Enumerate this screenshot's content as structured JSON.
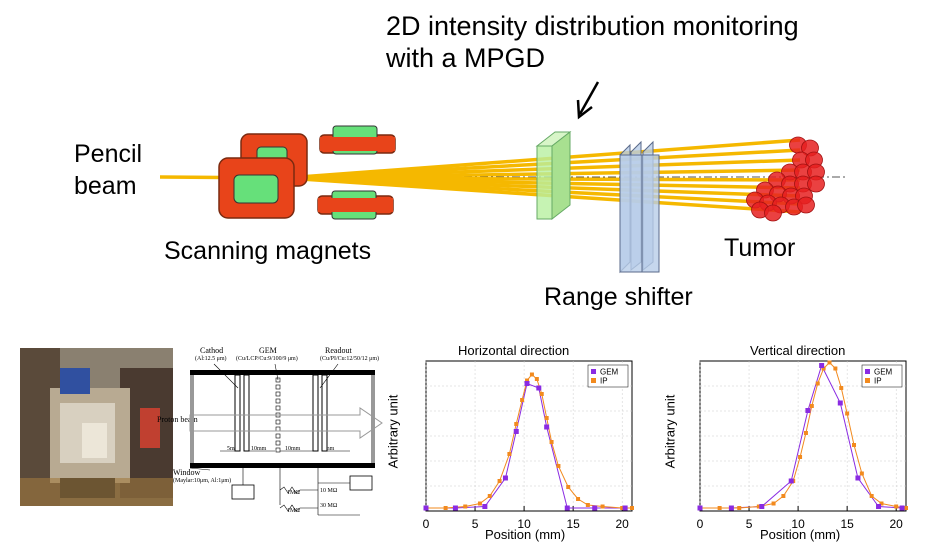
{
  "top": {
    "monitor_label_line1": "2D intensity distribution monitoring",
    "monitor_label_line2": "with a MPGD",
    "pencil_beam_line1": "Pencil",
    "pencil_beam_line2": "beam",
    "scanning_magnets": "Scanning magnets",
    "range_shifter": "Range shifter",
    "tumor": "Tumor"
  },
  "schematic": {
    "cathod": "Cathod",
    "cathod_spec": "(Al:12.5 μm)",
    "gem": "GEM",
    "gem_spec": "(Cu/LCP/Cu:9/100/9 μm)",
    "readout": "Readout",
    "readout_spec": "(Cu/PI/Cu:12/50/12 μm)",
    "proton_beam": "Proton beam",
    "gap1": "5mm",
    "gap2": "10mm",
    "gap3": "10mm",
    "gap4": "5mm",
    "window": "Window",
    "window_spec": "(Maylar:10μm, Al:1μm)",
    "hv_left": "HV",
    "hv_right": "HV",
    "r1": "1MΩ",
    "r2": "1MΩ",
    "r3": "10 MΩ",
    "r4": "30 MΩ"
  },
  "colors": {
    "beam": "#f5b800",
    "magnet_red": "#e8441a",
    "magnet_green": "#66e07a",
    "monitor_green": "#b8f0a0",
    "shifter_blue": "#b8cde8",
    "tumor_red": "#e62020",
    "gem_series": "#8a2be2",
    "ip_series": "#f28a1e"
  },
  "chart_data": [
    {
      "type": "line",
      "title": "Horizontal direction",
      "xlabel": "Position (mm)",
      "ylabel": "Arbitrary unit",
      "xlim": [
        0,
        21
      ],
      "xticks": [
        0,
        5,
        10,
        15,
        20
      ],
      "grid": true,
      "legend": "top-right",
      "series": [
        {
          "name": "GEM",
          "x": [
            0,
            3,
            6,
            8.1,
            9.2,
            10.3,
            11.5,
            12.3,
            14.4,
            17.2,
            20.3
          ],
          "y": [
            0.02,
            0.02,
            0.03,
            0.22,
            0.53,
            0.85,
            0.82,
            0.56,
            0.02,
            0.02,
            0.02
          ]
        },
        {
          "name": "IP",
          "x": [
            0,
            2,
            4,
            5.5,
            6.5,
            7.5,
            8.5,
            9.2,
            9.8,
            10.3,
            10.8,
            11.3,
            11.8,
            12.3,
            12.8,
            13.5,
            14.5,
            15.5,
            16.5,
            18,
            20,
            21
          ],
          "y": [
            0.02,
            0.02,
            0.03,
            0.05,
            0.1,
            0.2,
            0.38,
            0.58,
            0.74,
            0.87,
            0.91,
            0.88,
            0.78,
            0.62,
            0.46,
            0.3,
            0.16,
            0.08,
            0.04,
            0.03,
            0.02,
            0.02
          ]
        }
      ]
    },
    {
      "type": "line",
      "title": "Vertical direction",
      "xlabel": "Position (mm)",
      "ylabel": "Arbitrary unit",
      "xlim": [
        0,
        21
      ],
      "xticks": [
        0,
        5,
        10,
        15,
        20
      ],
      "grid": true,
      "legend": "top-right",
      "series": [
        {
          "name": "GEM",
          "x": [
            0,
            3.2,
            6.3,
            9.3,
            11,
            12.4,
            14.3,
            16.1,
            18.2,
            20.6
          ],
          "y": [
            0.02,
            0.02,
            0.03,
            0.2,
            0.67,
            0.97,
            0.72,
            0.22,
            0.03,
            0.02
          ]
        },
        {
          "name": "IP",
          "x": [
            0,
            2,
            4,
            6,
            7.5,
            8.5,
            9.5,
            10.2,
            10.8,
            11.4,
            12,
            12.6,
            13.2,
            13.8,
            14.4,
            15,
            15.7,
            16.5,
            17.5,
            18.5,
            20,
            21
          ],
          "y": [
            0.02,
            0.02,
            0.02,
            0.03,
            0.05,
            0.1,
            0.2,
            0.36,
            0.52,
            0.7,
            0.85,
            0.95,
            0.99,
            0.95,
            0.82,
            0.65,
            0.44,
            0.25,
            0.1,
            0.05,
            0.03,
            0.02
          ]
        }
      ]
    }
  ]
}
